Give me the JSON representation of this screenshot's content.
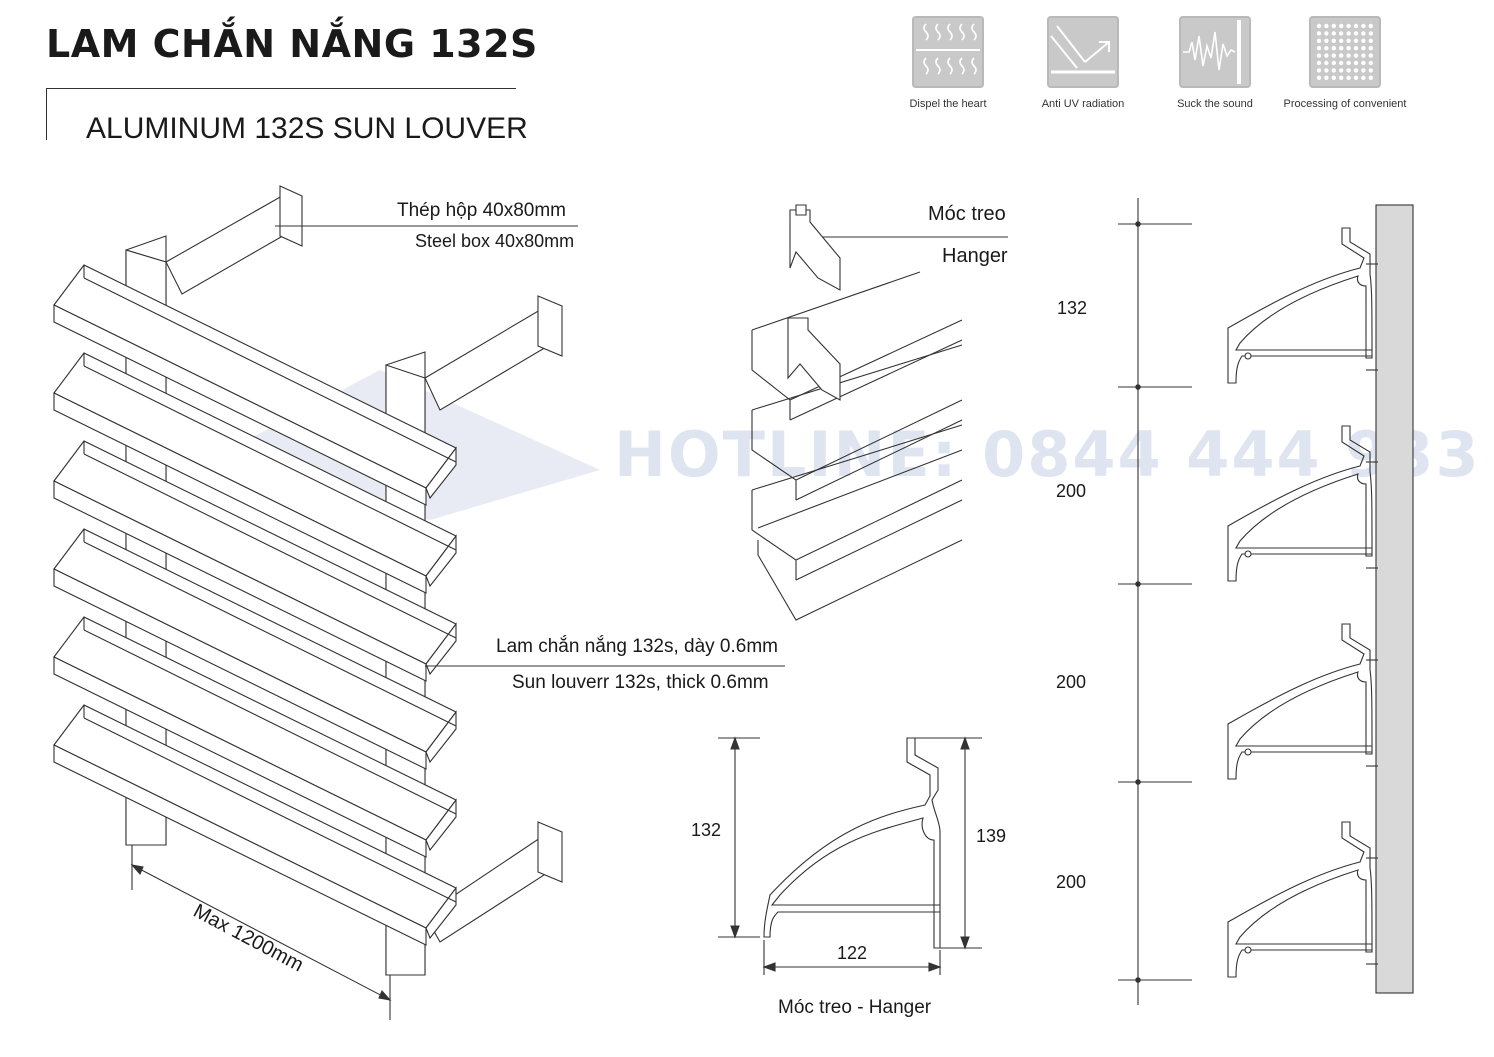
{
  "header": {
    "title": "LAM CHẮN NẮNG 132S",
    "subtitle": "ALUMINUM 132S SUN LOUVER"
  },
  "features": [
    {
      "icon": "heat-dispel-icon",
      "caption": "Dispel the heart"
    },
    {
      "icon": "uv-radiation-icon",
      "caption": "Anti UV radiation"
    },
    {
      "icon": "sound-absorb-icon",
      "caption": "Suck the sound"
    },
    {
      "icon": "perforated-panel-icon",
      "caption": "Processing of convenient"
    }
  ],
  "watermark": "HOTLINE: 0844 444 933",
  "labels": {
    "steel_box_vi": "Thép hộp 40x80mm",
    "steel_box_en": "Steel box 40x80mm",
    "hanger_vi": "Móc treo",
    "hanger_en": "Hanger",
    "louver_vi": "Lam chắn nắng 132s, dày 0.6mm",
    "louver_en": "Sun louverr  132s, thick 0.6mm",
    "max_span": "Max 1200mm",
    "hanger_caption": "Móc treo - Hanger"
  },
  "hanger_dims": {
    "height_left": "132",
    "height_right": "139",
    "width": "122"
  },
  "spacing_dims": [
    "132",
    "200",
    "200",
    "200"
  ],
  "colors": {
    "line": "#333333",
    "icon_bg": "#c9c9c9",
    "watermark": "#dfe4f1",
    "wall": "#d9d9d9"
  }
}
